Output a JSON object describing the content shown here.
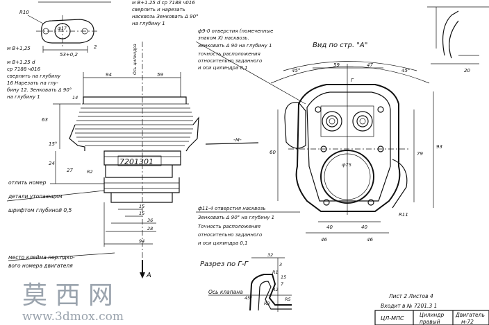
{
  "notes": {
    "n_top_thread": [
      "м B+1.25 d ср 7188 ч016",
      "сверлить и нарезать",
      "насквозь Зенковать Δ 90°",
      "на глубину 1"
    ],
    "n_left_thread": [
      "м B+1.25 d",
      "ср 7188 ч016",
      "сверлить на глубину",
      "16 Нарезать на глу-",
      "бину 12. Зенковать Δ 90°",
      "на глубину 1"
    ],
    "n_holes_top": [
      "ф9-0 отверстия (помеченные",
      "знаком X) насквозь.",
      "Зенковать Δ 90 на глубину 1",
      "точность расположения",
      "относительно заданного",
      "и оси цилиндра 0,1"
    ],
    "n_holes_bottom": [
      "ф11-4 отверстия насквозь",
      "Зенковать Δ 90° на глубину 1",
      "Точность расположения",
      "относительно заданного",
      "и оси цилиндра 0,1"
    ],
    "n_stamp": [
      "отлить номер",
      "детали утопающим",
      "шрифтом глубиной 0,5"
    ],
    "n_place": [
      "место клейма пор.лдко-",
      "вого номера двигателя"
    ],
    "n_valve_axis": "Ось клапана",
    "n_drawing_ref": [
      "Лист 2 Листов 4",
      "Входит в № 7201.3 1"
    ]
  },
  "views": {
    "view_a_title": "Вид по стр. \"А\"",
    "section_title": "Разрез по Г-Г",
    "part_number": "7201301",
    "arrow_a": "А",
    "arrow_m": "-м-",
    "section_mark": "Г"
  },
  "dimensions": {
    "flange": [
      "R10",
      "ф17",
      "53+0,2",
      "м B+1,25",
      "2"
    ],
    "side": [
      "94",
      "59",
      "63",
      "24",
      "27",
      "15°",
      "15",
      "15",
      "36",
      "28",
      "94",
      "14",
      "R2"
    ],
    "plan": [
      "59",
      "47",
      "45°",
      "45°",
      "60",
      "40",
      "40",
      "46",
      "46",
      "79",
      "93",
      "R11",
      "ф75",
      "Г"
    ],
    "section": [
      "32",
      "3",
      "R1",
      "15",
      "7",
      "R2",
      "45°",
      "R3",
      "R5"
    ],
    "corner": [
      "20"
    ]
  },
  "title_block": {
    "left_code": "ЦЛ-МПС",
    "part_name": [
      "Цилиндр",
      "правый"
    ],
    "product": [
      "Двигатель",
      "м-72"
    ]
  },
  "watermark": {
    "brand_cn": "莫 西 网",
    "site": "www.3dmox.com"
  }
}
